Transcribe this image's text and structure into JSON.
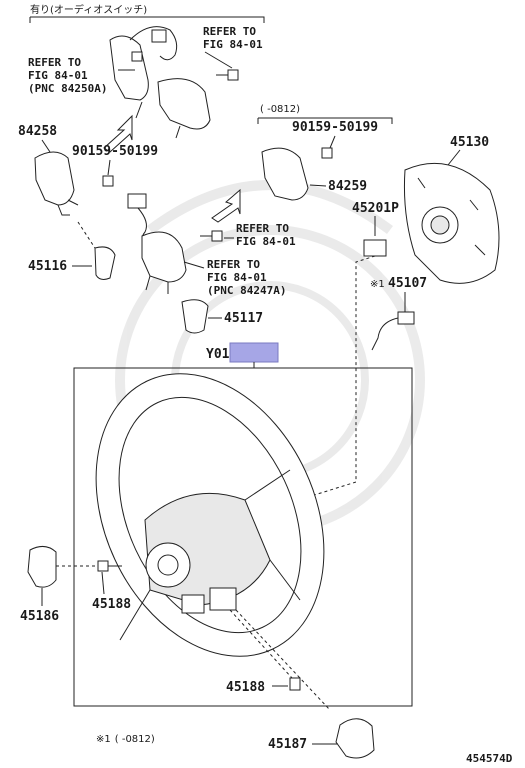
{
  "header": {
    "option_label": "有り(オーディオスイッチ)"
  },
  "callouts": {
    "refer_top_right": [
      "REFER TO",
      "FIG 84-01"
    ],
    "refer_top_left": [
      "REFER TO",
      "FIG 84-01",
      "(PNC 84250A)"
    ],
    "refer_mid_1": [
      "REFER TO",
      "FIG 84-01"
    ],
    "refer_mid_2": [
      "REFER TO",
      "FIG 84-01",
      "(PNC 84247A)"
    ]
  },
  "date_range": "(   -0812)",
  "part_numbers": {
    "p84258": "84258",
    "p90159_left": "90159-50199",
    "p90159_right": "90159-50199",
    "p84259": "84259",
    "p45130": "45130",
    "p45201p": "45201P",
    "p45116": "45116",
    "p45107": "45107",
    "p45117": "45117",
    "y01": "Y01",
    "p45186": "45186",
    "p45188_left": "45188",
    "p45188_bottom": "45188",
    "p45187": "45187"
  },
  "marker_45107": "※1",
  "footnote": {
    "mark": "※1",
    "range": "(   -0812)"
  },
  "diagram_id": "454574D",
  "colors": {
    "highlight_box": "#a6a6e6",
    "line": "#222222"
  }
}
